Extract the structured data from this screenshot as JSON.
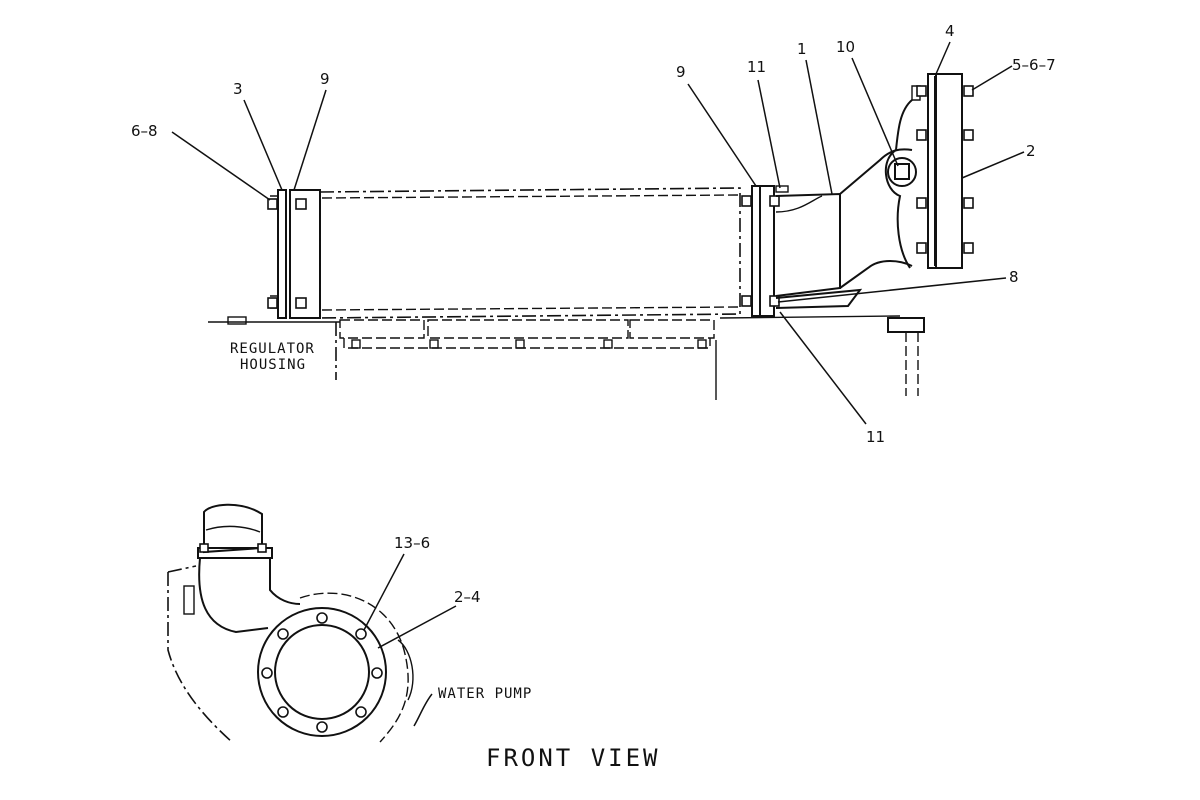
{
  "diagram": {
    "title": "FRONT VIEW",
    "callouts": {
      "c_6_8": "6–8",
      "c_3": "3",
      "c_9_left": "9",
      "c_9_right": "9",
      "c_11_top": "11",
      "c_1": "1",
      "c_10": "10",
      "c_4": "4",
      "c_5_6_7": "5–6–7",
      "c_2": "2",
      "c_8": "8",
      "c_11_bottom": "11",
      "c_13_6": "13–6",
      "c_2_4": "2–4"
    },
    "labels": {
      "regulator_housing_line1": "REGULATOR",
      "regulator_housing_line2": "HOUSING",
      "water_pump": "WATER PUMP"
    }
  }
}
